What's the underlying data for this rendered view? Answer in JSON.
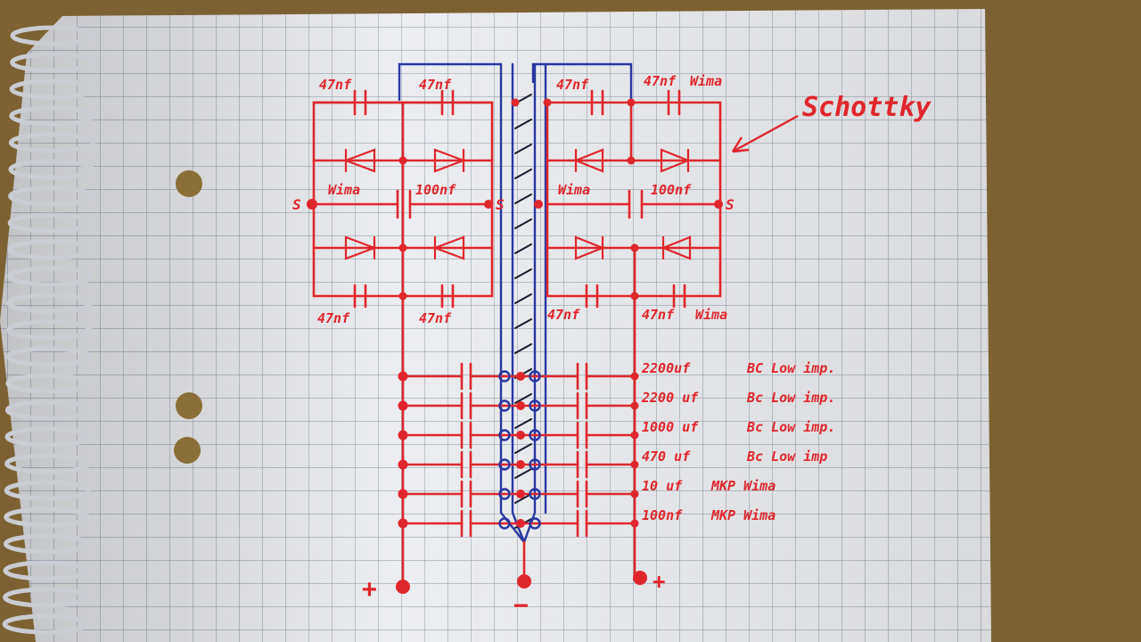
{
  "colors": {
    "wood": "#7c6233",
    "paper": "#ecedf0",
    "grid": "#9aa6b4",
    "ink_red": "#e0262d",
    "ink_blue": "#2838a0",
    "spiral": "#c9ccd2"
  },
  "labels": {
    "cap_47nf_top_1": "47nf",
    "cap_47nf_top_2": "47nf",
    "cap_47nf_top_3": "47nf",
    "cap_47nf_top_4": "47nf",
    "wima_top_right": "Wima",
    "schottky": "Schottky",
    "s_left": "S",
    "s_mid": "S",
    "s_right": "S",
    "wima_mid_left": "Wima",
    "cap_100nf_left": "100nf",
    "wima_mid_right": "Wima",
    "cap_100nf_right": "100nf",
    "cap_47nf_bot_1": "47nf",
    "cap_47nf_bot_2": "47nf",
    "cap_47nf_bot_3": "47nf",
    "cap_47nf_bot_4": "47nf",
    "wima_bot_right": "Wima",
    "plus_left": "+",
    "minus_mid": "−",
    "plus_right": "+"
  },
  "capacitor_bank": [
    {
      "value": "2200uf",
      "type": "BC Low imp."
    },
    {
      "value": "2200 uf",
      "type": "Bc Low imp."
    },
    {
      "value": "1000 uf",
      "type": "Bc Low imp."
    },
    {
      "value": "470 uf",
      "type": "Bc Low imp"
    },
    {
      "value": "10 uf",
      "type": "MKP Wima"
    },
    {
      "value": "100nf",
      "type": "MKP Wima"
    }
  ]
}
